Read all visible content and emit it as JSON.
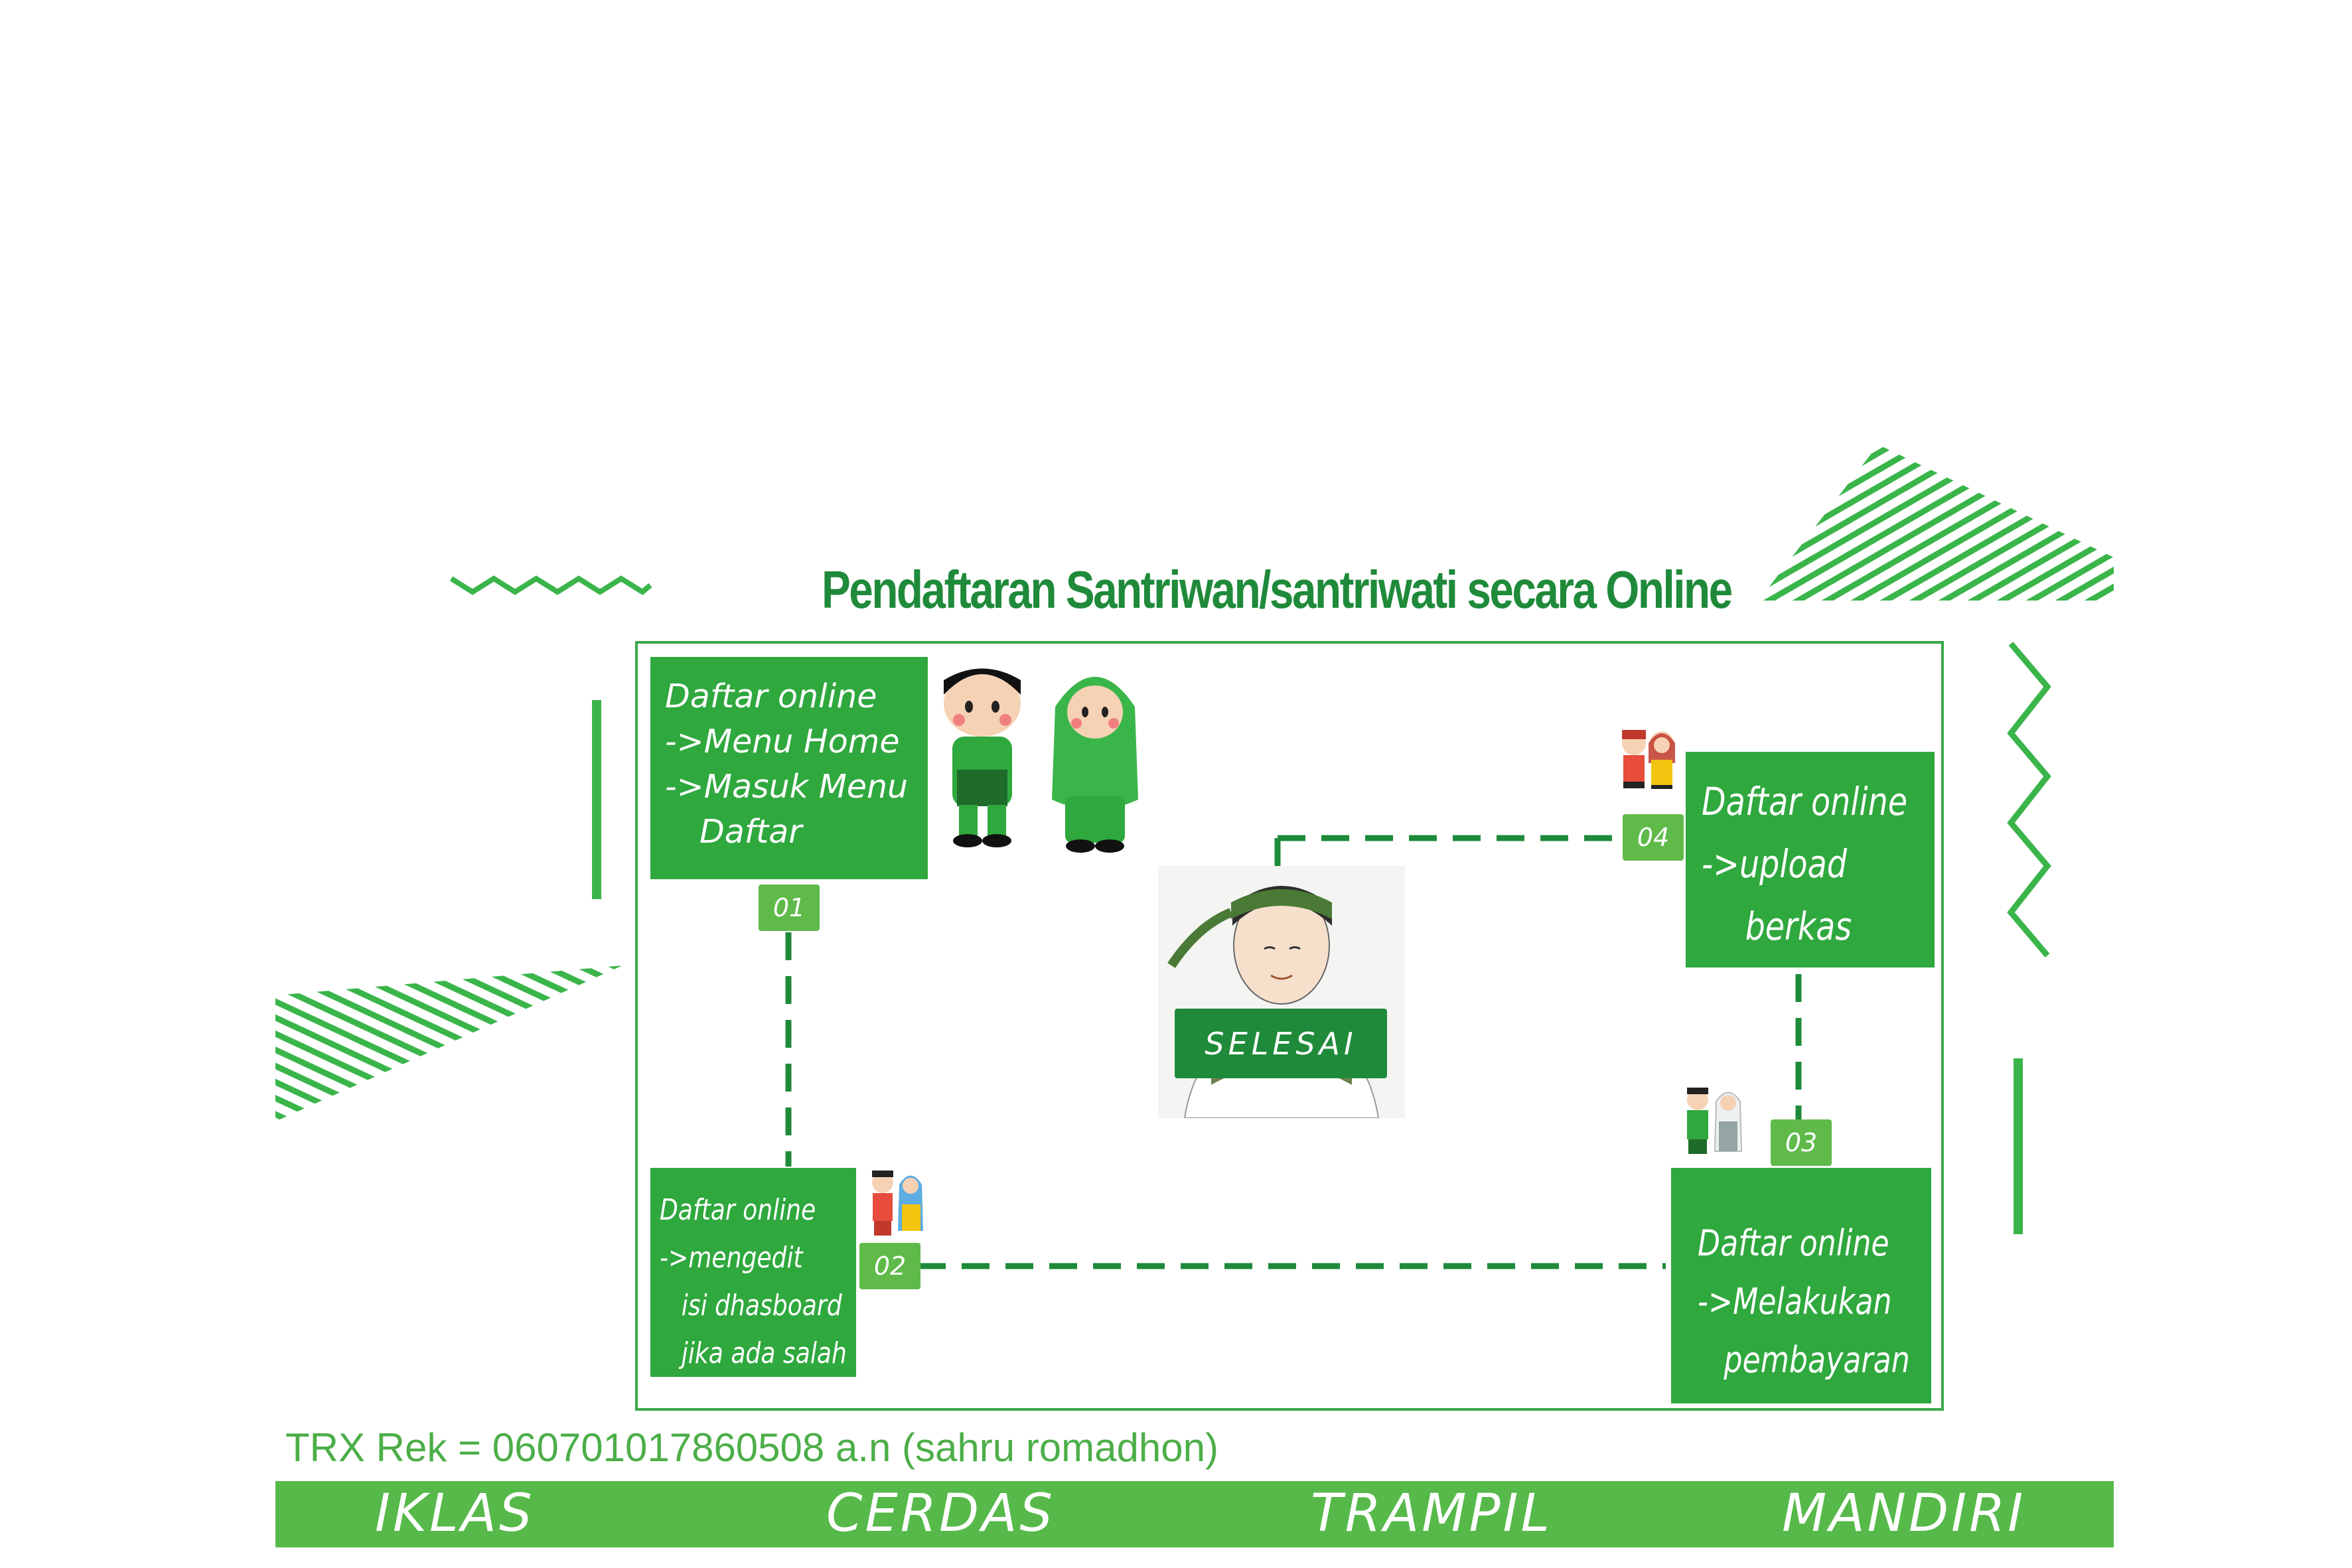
{
  "title": "Pendaftaran Santriwan/santriwati secara Online",
  "steps": [
    {
      "num": "01",
      "lines": [
        "Daftar online",
        "->Menu Home",
        "->Masuk Menu",
        "Daftar"
      ]
    },
    {
      "num": "02",
      "lines": [
        "Daftar online",
        "->mengedit",
        "isi dhasboard",
        "jika ada salah"
      ]
    },
    {
      "num": "03",
      "lines": [
        "Daftar online",
        "->Melakukan",
        "pembayaran"
      ]
    },
    {
      "num": "04",
      "lines": [
        "Daftar online",
        "->upload",
        "berkas"
      ]
    }
  ],
  "finish_label": "SELESAI",
  "bank_info": "TRX Rek = 060701017860508 a.n (sahru romadhon)",
  "values": [
    "IKLAS",
    "CERDAS",
    "TRAMPIL",
    "MANDIRI"
  ],
  "colors": {
    "primary": "#2fa83e",
    "dark": "#1f8a3a",
    "accent": "#56b94a"
  },
  "icons": [
    "couple-cartoon-icon",
    "graduate-cartoon-icon",
    "student-pair-icon"
  ]
}
